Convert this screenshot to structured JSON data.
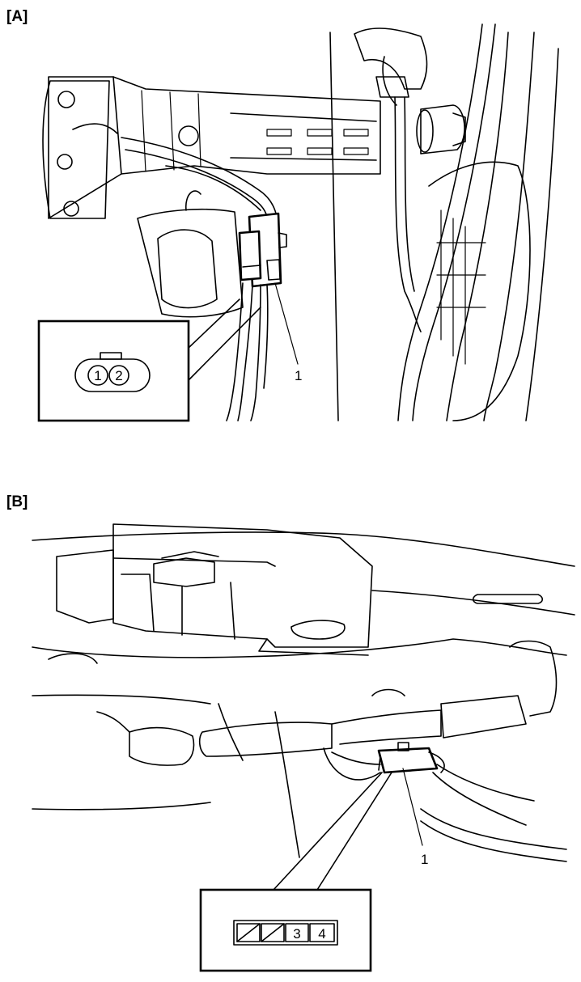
{
  "panel_a": {
    "label": "[A]",
    "callout": "1",
    "connector_pins": [
      "1",
      "2"
    ]
  },
  "panel_b": {
    "label": "[B]",
    "callout": "1",
    "connector_pins": [
      "3",
      "4"
    ]
  }
}
